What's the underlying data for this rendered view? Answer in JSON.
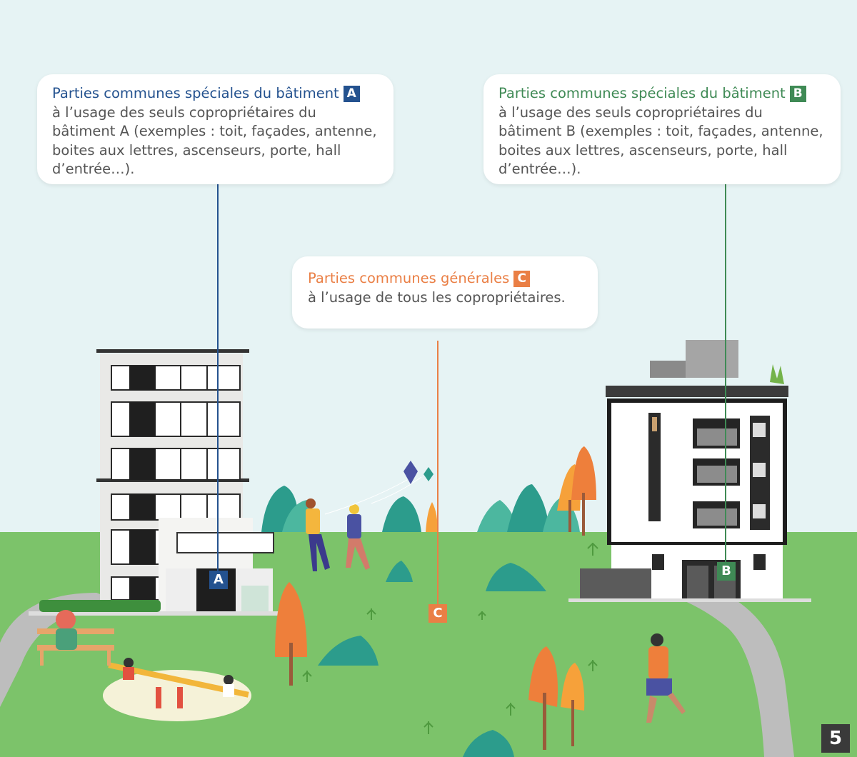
{
  "colors": {
    "building_a": "#24528f",
    "building_b": "#3f8a55",
    "general_c": "#ea7f45",
    "sky": "#e6f3f4",
    "grass": "#7cc36a"
  },
  "callouts": {
    "a": {
      "title": "Parties communes spéciales du bâtiment",
      "badge": "A",
      "body": "à l’usage des seuls copropriétaires du\nbâtiment A (exemples : toit, façades, antenne,\nboites aux lettres, ascenseurs, porte, hall\nd’entrée…)."
    },
    "b": {
      "title": "Parties communes spéciales du bâtiment",
      "badge": "B",
      "body": "à l’usage des seuls copropriétaires du\nbâtiment B (exemples : toit, façades, antenne,\nboites aux lettres, ascenseurs, porte, hall\nd’entrée…)."
    },
    "c": {
      "title": "Parties communes générales",
      "badge": "C",
      "body": "à l’usage de tous les copropriétaires."
    }
  },
  "markers": {
    "a": "A",
    "b": "B",
    "c": "C"
  },
  "page_number": "5"
}
